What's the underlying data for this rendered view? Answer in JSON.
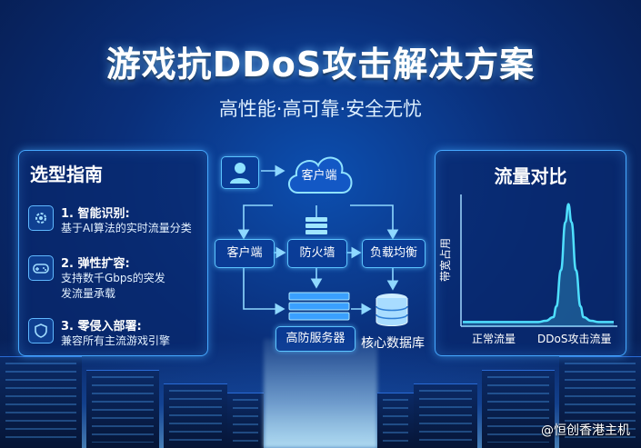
{
  "title": "游戏抗DDoS攻击解决方案",
  "subtitle": "高性能·高可靠·安全无忧",
  "guide": {
    "title": "选型指南",
    "items": [
      {
        "icon": "gear-icon",
        "title": "1. 智能识别:",
        "desc": "基于AI算法的实时流量分类"
      },
      {
        "icon": "gamepad-icon",
        "title": "2. 弹性扩容:",
        "desc": "支持数千Gbps的突发\n发流量承载"
      },
      {
        "icon": "shield-icon",
        "title": "3. 零侵入部署:",
        "desc": "兼容所有主流游戏引擎"
      }
    ]
  },
  "diagram": {
    "cloud_label": "客户端",
    "client_label": "客户端",
    "firewall_label": "防火墙",
    "lb_label": "负载均衡",
    "server_label": "高防服务器",
    "db_label": "核心数据库"
  },
  "traffic": {
    "title": "流量对比",
    "ylabel": "带宽占用",
    "x_normal": "正常流量",
    "x_attack": "DDoS攻击流量"
  },
  "chart_data": {
    "type": "line",
    "title": "流量对比",
    "ylabel": "带宽占用",
    "xlabel": "",
    "categories": [
      "正常流量",
      "DDoS攻击流量"
    ],
    "x": [
      0,
      0.1,
      0.2,
      0.3,
      0.4,
      0.5,
      0.55,
      0.6,
      0.62,
      0.65,
      0.68,
      0.7,
      0.72,
      0.75,
      0.78,
      0.8,
      0.85,
      0.9,
      1.0
    ],
    "values": [
      0.02,
      0.02,
      0.02,
      0.02,
      0.02,
      0.02,
      0.03,
      0.06,
      0.15,
      0.45,
      0.85,
      1.0,
      0.85,
      0.45,
      0.15,
      0.06,
      0.03,
      0.02,
      0.02
    ],
    "ylim": [
      0,
      1.05
    ],
    "grid": false,
    "color": "#4fe0ff"
  },
  "watermark": "@恒创香港主机",
  "colors": {
    "accent": "#46a8ff",
    "line": "#4fe0ff"
  }
}
